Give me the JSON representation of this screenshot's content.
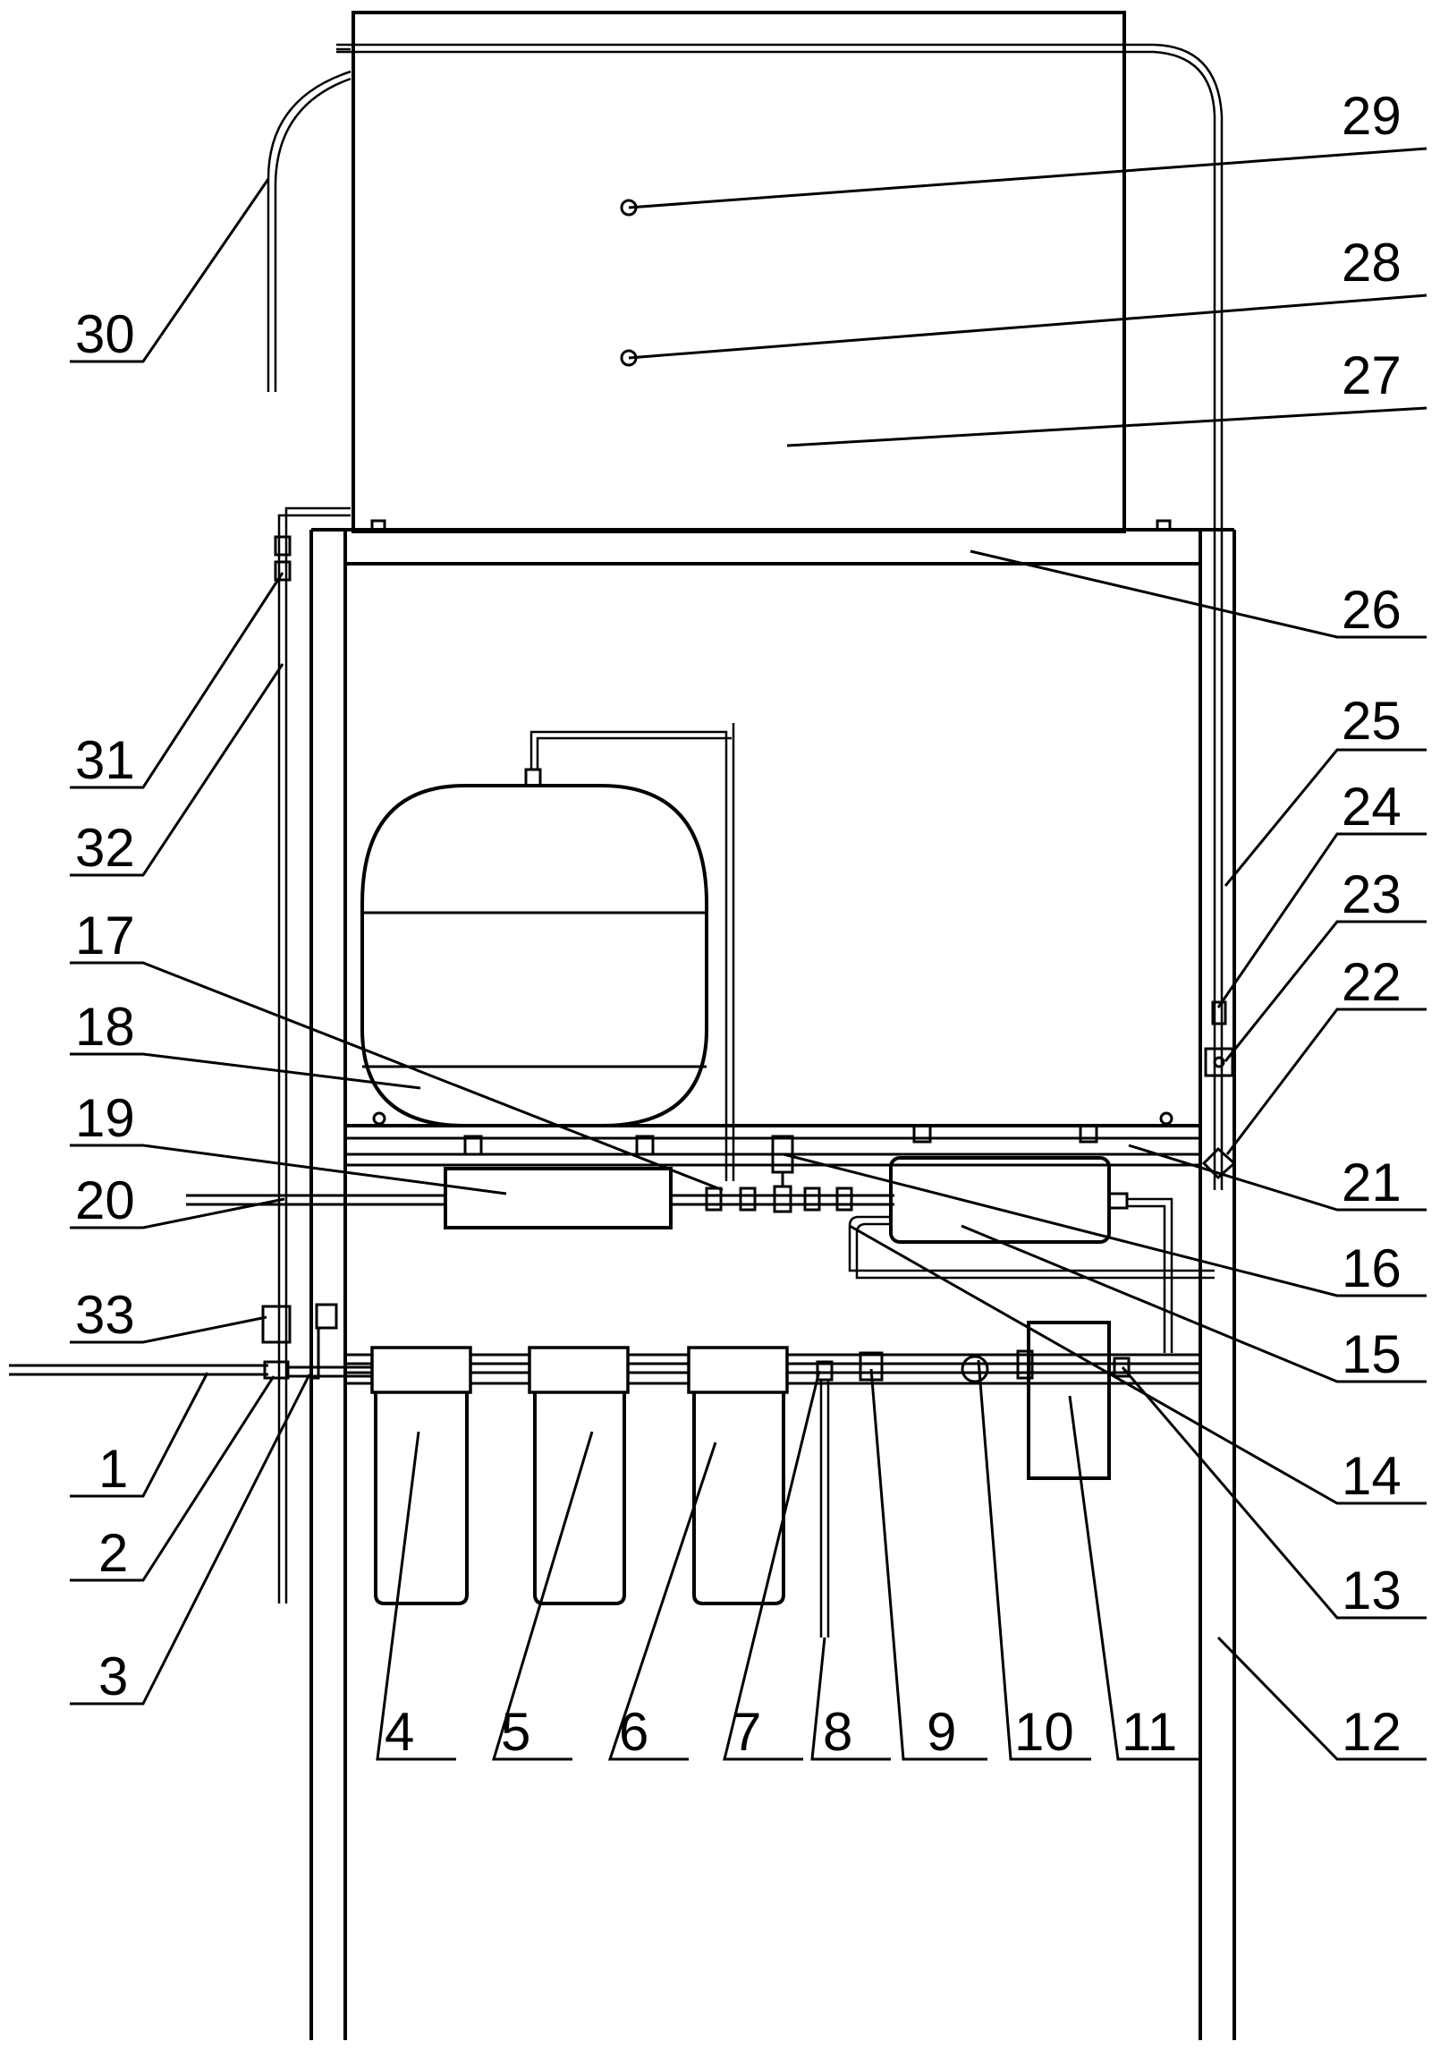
{
  "labels": {
    "l1": "1",
    "l2": "2",
    "l3": "3",
    "l4": "4",
    "l5": "5",
    "l6": "6",
    "l7": "7",
    "l8": "8",
    "l9": "9",
    "l10": "10",
    "l11": "11",
    "l12": "12",
    "l13": "13",
    "l14": "14",
    "l15": "15",
    "l16": "16",
    "l17": "17",
    "l18": "18",
    "l19": "19",
    "l20": "20",
    "l21": "21",
    "l22": "22",
    "l23": "23",
    "l24": "24",
    "l25": "25",
    "l26": "26",
    "l27": "27",
    "l28": "28",
    "l29": "29",
    "l30": "30",
    "l31": "31",
    "l32": "32",
    "l33": "33"
  }
}
